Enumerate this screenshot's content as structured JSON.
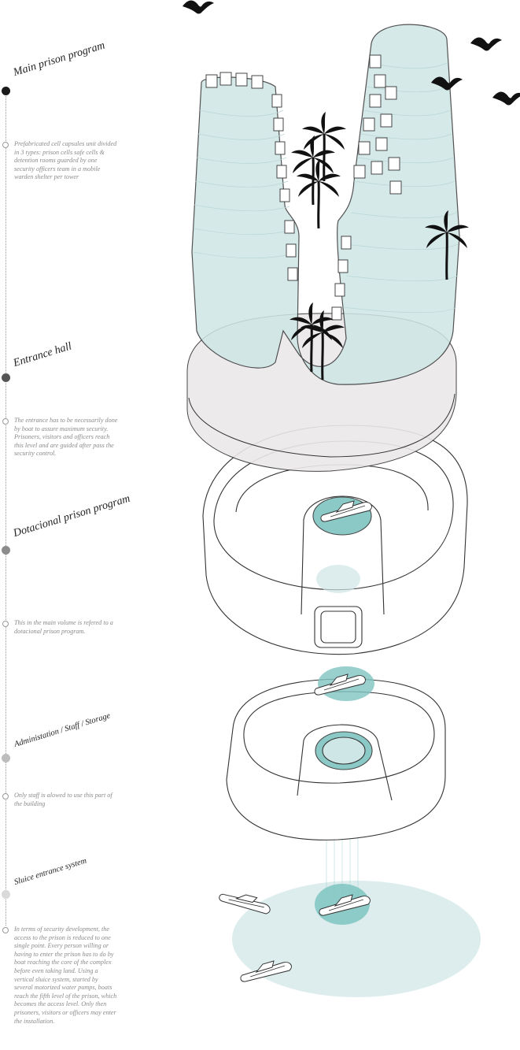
{
  "colors": {
    "water": "#cfe6e6",
    "water_strong": "#7fc4c1",
    "hall": "#ece8ea",
    "line": "#333333",
    "dot_dark": "#1a1a1a",
    "dot_mid": "#555555",
    "dot_grey": "#8c8c8c",
    "dot_light": "#bdbdbd",
    "dot_faint": "#d9d9d9"
  },
  "sections": [
    {
      "title": "Main prison program",
      "description": "Prefabricated cell capsules unit divided in 3 types: prison cells safe cells & detention rooms guarded by one security officers team in a mobile warden shelter per tower"
    },
    {
      "title": "Entrance hall",
      "description": "The entrance has to be necessarily done by boat to assure maximum security. Prisoners, visitors and officers reach this level and are guided after pass the security control."
    },
    {
      "title": "Dotacional prison program",
      "description": "This in the main volume is refered to a dotacional prison program."
    },
    {
      "title": "Administation / Staff / Storage",
      "description": "Only staff is alowed to use this part of the building"
    },
    {
      "title": "Sluice entrance system",
      "description": "In terms of security development, the access to the prison is reduced to one single point. Every person willing or having to enter the prison has to do by boat reaching the core of the complex before even taking land. Using a vertical sluice system, started by several motorized water pumps, boats reach the fifth level of the prison, which becomes the access level. Only then prisoners, visitors or officers may enter the installation."
    }
  ],
  "icons": {
    "bird": "bird-icon",
    "palm": "palm-tree-icon",
    "boat": "boat-icon"
  }
}
